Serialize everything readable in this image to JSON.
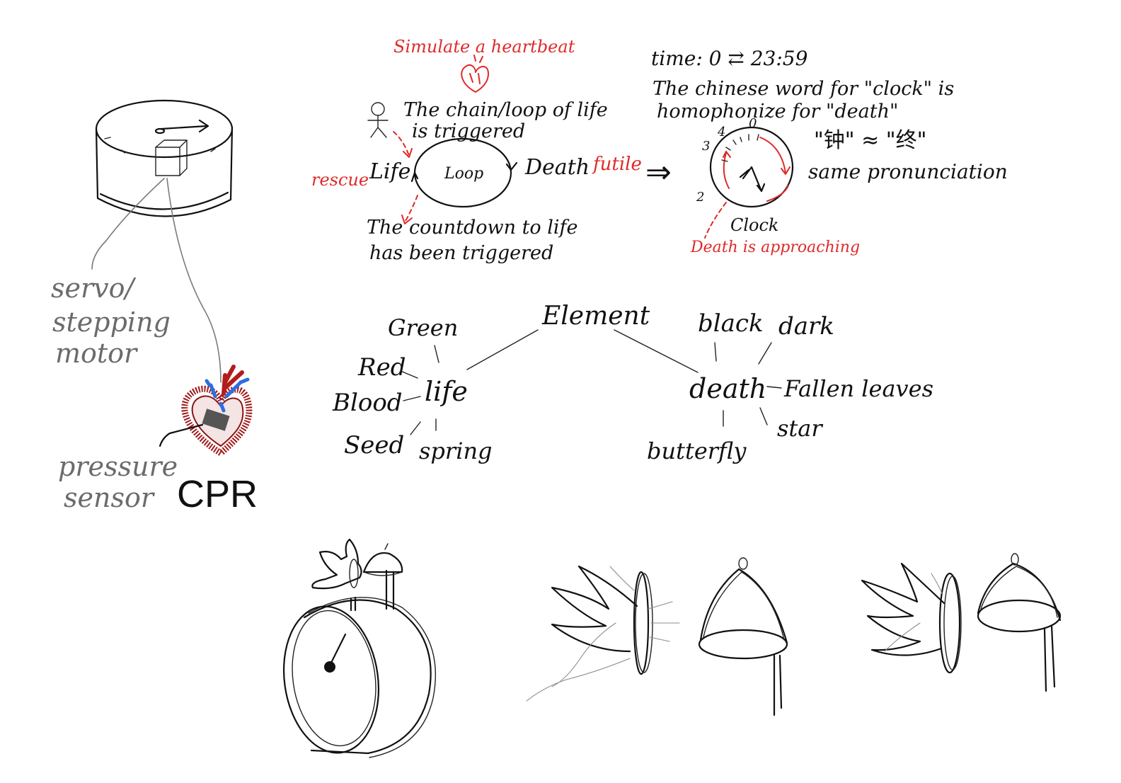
{
  "colors": {
    "ink": "#111111",
    "annotation": "#e02a2a",
    "pencil": "#6b6b6b",
    "vein": "#2d6ee0",
    "heart": "#a11a1a"
  },
  "device": {
    "motor_label_1": "servo/",
    "motor_label_2": "stepping",
    "motor_label_3": "motor",
    "sensor_label_1": "pressure",
    "sensor_label_2": "sensor",
    "cpr_label": "CPR",
    "icons": [
      "clock-cylinder-icon",
      "heart-icon"
    ]
  },
  "loop_concept": {
    "heartbeat_note": "Simulate a heartbeat",
    "chain_line_1": "The chain/loop of life",
    "chain_line_2": "is triggered",
    "rescue": "rescue",
    "life": "Life",
    "loop": "Loop",
    "death": "Death",
    "futile": "futile",
    "arrow": "⇒",
    "countdown_line_1": "The countdown to life",
    "countdown_line_2": "has been triggered",
    "icons": [
      "stick-figure-icon",
      "heart-icon"
    ]
  },
  "clock_concept": {
    "time_label": "time: 0 ⇄ 23:59",
    "line_1": "The chinese word for \"clock\" is",
    "line_2": "homophonize for \"death\"",
    "chinese_pair": "\"钟\" ≈ \"终\"",
    "same_pronunciation": "same pronunciation",
    "clock_caption": "Clock",
    "approaching_note": "Death is approaching",
    "dial_numbers": [
      "0",
      "4",
      "3",
      "2"
    ]
  },
  "elements_map": {
    "center": "Element",
    "life": {
      "word": "life",
      "associations": [
        "Green",
        "Red",
        "Blood",
        "Seed",
        "spring"
      ]
    },
    "death": {
      "word": "death",
      "associations": [
        "black",
        "dark",
        "Fallen leaves",
        "star",
        "butterfly"
      ]
    }
  },
  "sketches": [
    "clock-with-wings-and-bell-icon",
    "wing-and-disc-icon",
    "bell-icon",
    "wing-and-bell-icon"
  ]
}
